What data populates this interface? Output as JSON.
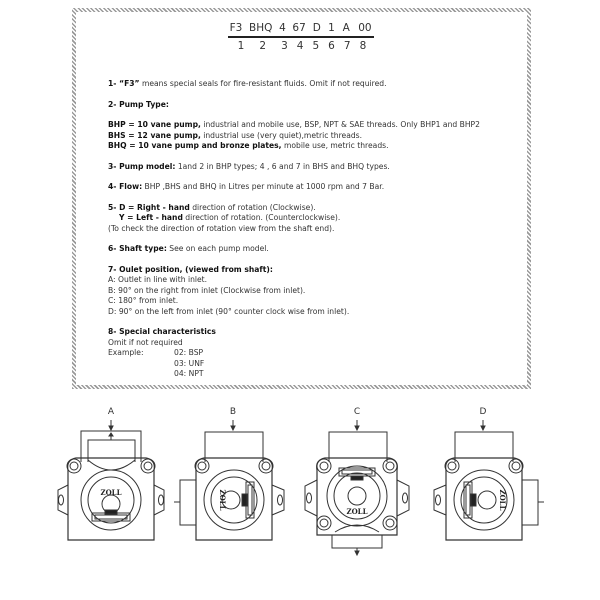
{
  "ordering_code": {
    "parts": [
      "F3",
      "BHQ",
      "4",
      "67",
      "D",
      "1",
      "A",
      "00"
    ],
    "positions": [
      "1",
      "2",
      "3",
      "4",
      "5",
      "6",
      "7",
      "8"
    ]
  },
  "notes": {
    "n1": {
      "lead": "1- “F3”",
      "text": " means special seals for fire-resistant fluids. Omit if not required."
    },
    "n2": {
      "title": "2- Pump Type:",
      "items": [
        {
          "lead": "BHP = 10 vane pump,",
          "text": " industrial and mobile use, BSP, NPT & SAE threads. Only BHP1 and BHP2"
        },
        {
          "lead": "BHS = 12 vane pump,",
          "text": " industrial use (very quiet),metric threads."
        },
        {
          "lead": "BHQ = 10 vane pump and bronze plates,",
          "text": " mobile use, metric threads."
        }
      ]
    },
    "n3": {
      "lead": "3- Pump model:",
      "text": " 1and 2  in BHP types; 4 , 6  and 7 in BHS and BHQ types."
    },
    "n4": {
      "lead": "4- Flow:",
      "text": " BHP ,BHS and BHQ in Litres per minute at 1000 rpm and 7 Bar."
    },
    "n5": {
      "line1_prefix": "5- ",
      "line1_lead": "D = Right - hand",
      "line1_text": " direction of rotation (Clockwise).",
      "line2_lead": "Y = Left - hand",
      "line2_text": " direction of rotation. (Counterclockwise).",
      "line3": "(To check the direction of rotation view from the shaft end)."
    },
    "n6": {
      "lead": "6- Shaft type:",
      "text": " See on each pump model."
    },
    "n7": {
      "title": "7- Oulet position, (viewed from shaft):",
      "items": [
        "A: Outlet in line with inlet.",
        "B: 90° on the right from inlet (Clockwise from inlet).",
        "C: 180° from inlet.",
        "D: 90° on the left from inlet (90° counter clock wise from inlet)."
      ]
    },
    "n8": {
      "title": "8- Special characteristics",
      "subtitle": "Omit if not required",
      "example_label": "Example:",
      "examples": [
        "02: BSP",
        "03: UNF",
        "04: NPT"
      ]
    }
  },
  "diagrams": [
    {
      "label": "A",
      "brand": "ZOLL",
      "outlet": "in line"
    },
    {
      "label": "B",
      "brand": "ZOLL",
      "outlet": "90 right"
    },
    {
      "label": "C",
      "brand": "ZOLL",
      "outlet": "180"
    },
    {
      "label": "D",
      "brand": "ZOLL",
      "outlet": "90 left"
    }
  ]
}
